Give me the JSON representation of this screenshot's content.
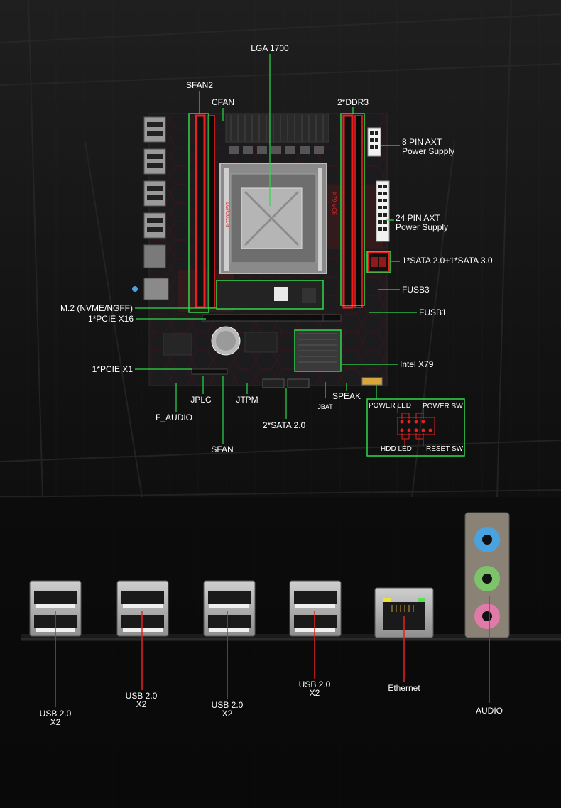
{
  "board_labels": {
    "lga": "LGA 1700",
    "sfan2": "SFAN2",
    "cfan": "CFAN",
    "ddr3": "2*DDR3",
    "power8_line1": "8 PIN AXT",
    "power8_line2": "Power Supply",
    "power24_line1": "24 PIN AXT",
    "power24_line2": "Power Supply",
    "sata_mix": "1*SATA 2.0+1*SATA 3.0",
    "fusb3": "FUSB3",
    "fusb1": "FUSB1",
    "m2": "M.2 (NVME/NGFF)",
    "pcie16": "1*PCIE X16",
    "pcie1": "1*PCIE X1",
    "intel": "Intel X79",
    "jplc": "JPLC",
    "jtpm": "JTPM",
    "jbat": "JBAT",
    "speak": "SPEAK",
    "faudio": "F_AUDIO",
    "sata2": "2*SATA 2.0",
    "sfan": "SFAN"
  },
  "panel_header": {
    "power_led": "POWER LED",
    "power_sw": "POWER SW",
    "hdd_led": "HDD LED",
    "reset_sw": "RESET SW"
  },
  "board_text": {
    "model": "X79-VG6",
    "code": "LGA2011-0"
  },
  "io_labels": {
    "usb1": {
      "line1": "USB 2.0",
      "line2": "X2"
    },
    "usb2": {
      "line1": "USB 2.0",
      "line2": "X2"
    },
    "usb3": {
      "line1": "USB 2.0",
      "line2": "X2"
    },
    "usb4": {
      "line1": "USB 2.0",
      "line2": "X2"
    },
    "ethernet": "Ethernet",
    "audio": "AUDIO"
  },
  "colors": {
    "accent_red": "#e8201f",
    "callout_green": "#2fd84a",
    "pcb": "#1c1c1e",
    "audio_blue": "#4aa3df",
    "audio_green": "#7cc36a",
    "audio_pink": "#e07aa8"
  }
}
